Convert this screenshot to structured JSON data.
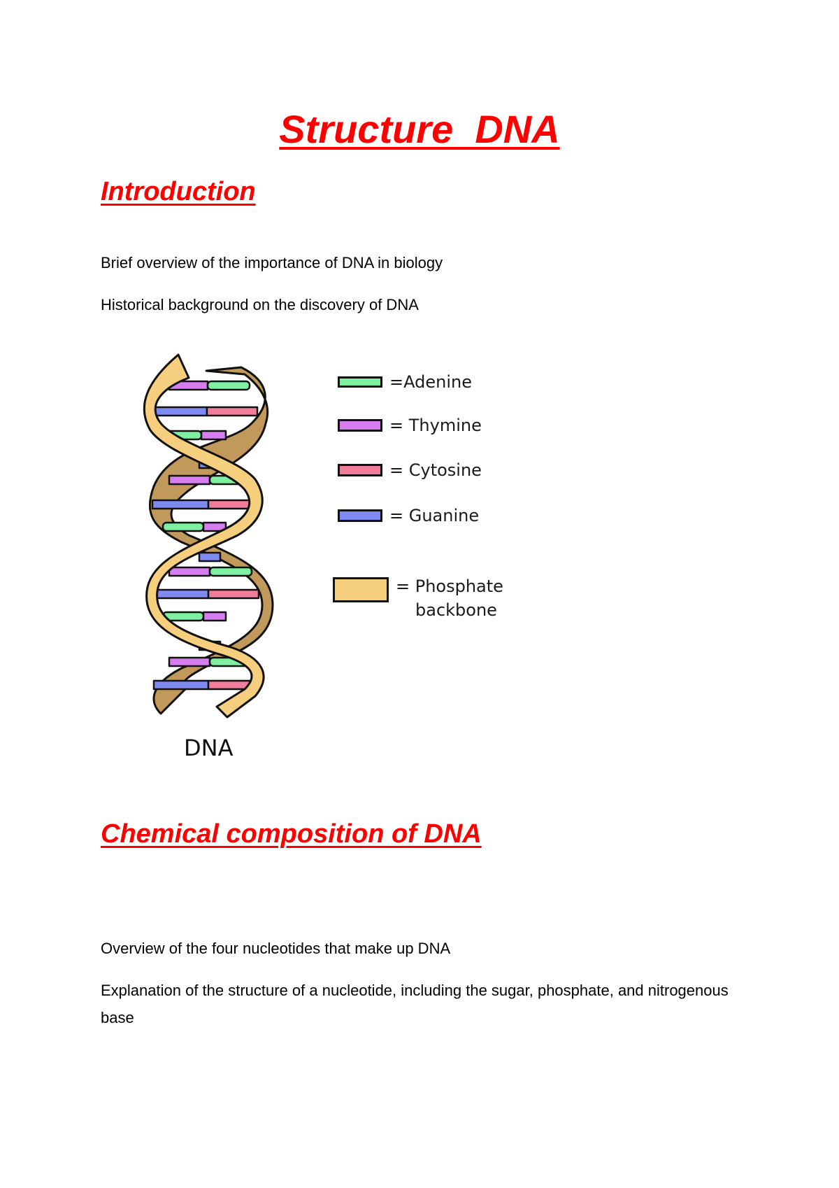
{
  "document": {
    "title": "Structure  DNA",
    "sections": [
      {
        "heading": "Introduction",
        "paragraphs": [
          "Brief overview of the importance of DNA in biology",
          "Historical background on the discovery of DNA"
        ]
      },
      {
        "heading": "Chemical composition of DNA",
        "paragraphs": [
          "Overview of the four nucleotides that make up DNA",
          "Explanation of the structure of a nucleotide, including the sugar, phosphate, and nitrogenous base"
        ]
      }
    ],
    "heading_color": "#ff0000"
  },
  "figure": {
    "caption": "DNA",
    "legend": [
      {
        "label": "=Adenine",
        "color": "#7ef0a0"
      },
      {
        "label": "= Thymine",
        "color": "#d67ef0"
      },
      {
        "label": "= Cytosine",
        "color": "#f07e9a"
      },
      {
        "label": "= Guanine",
        "color": "#7e8af0"
      },
      {
        "label": "= Phosphate",
        "label_line2": "backbone",
        "color": "#f5cf7d"
      }
    ],
    "backbone_colors": {
      "front": "#f5cf7d",
      "back": "#c19a5b"
    }
  }
}
